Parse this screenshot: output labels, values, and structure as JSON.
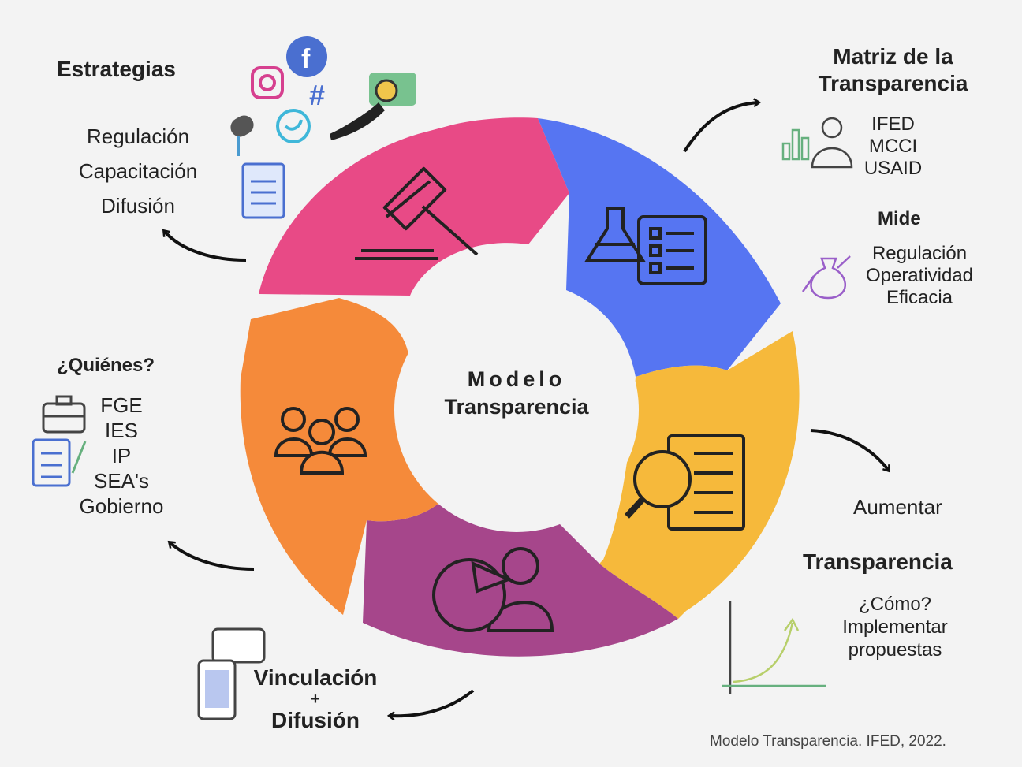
{
  "center": {
    "line1": "Modelo",
    "line2": "Transparencia"
  },
  "estrategias": {
    "title": "Estrategias",
    "items": [
      "Regulación",
      "Capacitación",
      "Difusión"
    ]
  },
  "matriz": {
    "title_line1": "Matriz de la",
    "title_line2": "Transparencia",
    "items": [
      "IFED",
      "MCCI",
      "USAID"
    ]
  },
  "mide": {
    "title": "Mide",
    "items": [
      "Regulación",
      "Operatividad",
      "Eficacia"
    ]
  },
  "aumentar": {
    "label": "Aumentar",
    "title": "Transparencia",
    "items": [
      "¿Cómo?",
      "Implementar",
      "propuestas"
    ]
  },
  "quienes": {
    "title": "¿Quiénes?",
    "items": [
      "FGE",
      "IES",
      "IP",
      "SEA's",
      "Gobierno"
    ]
  },
  "vinculacion": {
    "line1": "Vinculación",
    "line2": "+",
    "line3": "Difusión"
  },
  "caption": "Modelo Transparencia. IFED, 2022.",
  "colors": {
    "pink": "#e84a86",
    "blue": "#5675f2",
    "yellow": "#f6b93b",
    "purple": "#a6468b",
    "orange": "#f58a3a",
    "background": "#f3f3f3"
  },
  "icons": [
    "gavel-icon",
    "lab-checklist-icon",
    "document-search-icon",
    "pie-chart-person-icon",
    "people-group-icon",
    "facebook-icon",
    "instagram-icon",
    "hashtag-icon",
    "twitter-icon",
    "camera-icon",
    "microphone-icon",
    "book-icon",
    "bar-chart-person-icon",
    "money-bag-icon",
    "briefcase-icon",
    "checklist-icon",
    "growth-chart-icon",
    "phone-chat-icon"
  ]
}
